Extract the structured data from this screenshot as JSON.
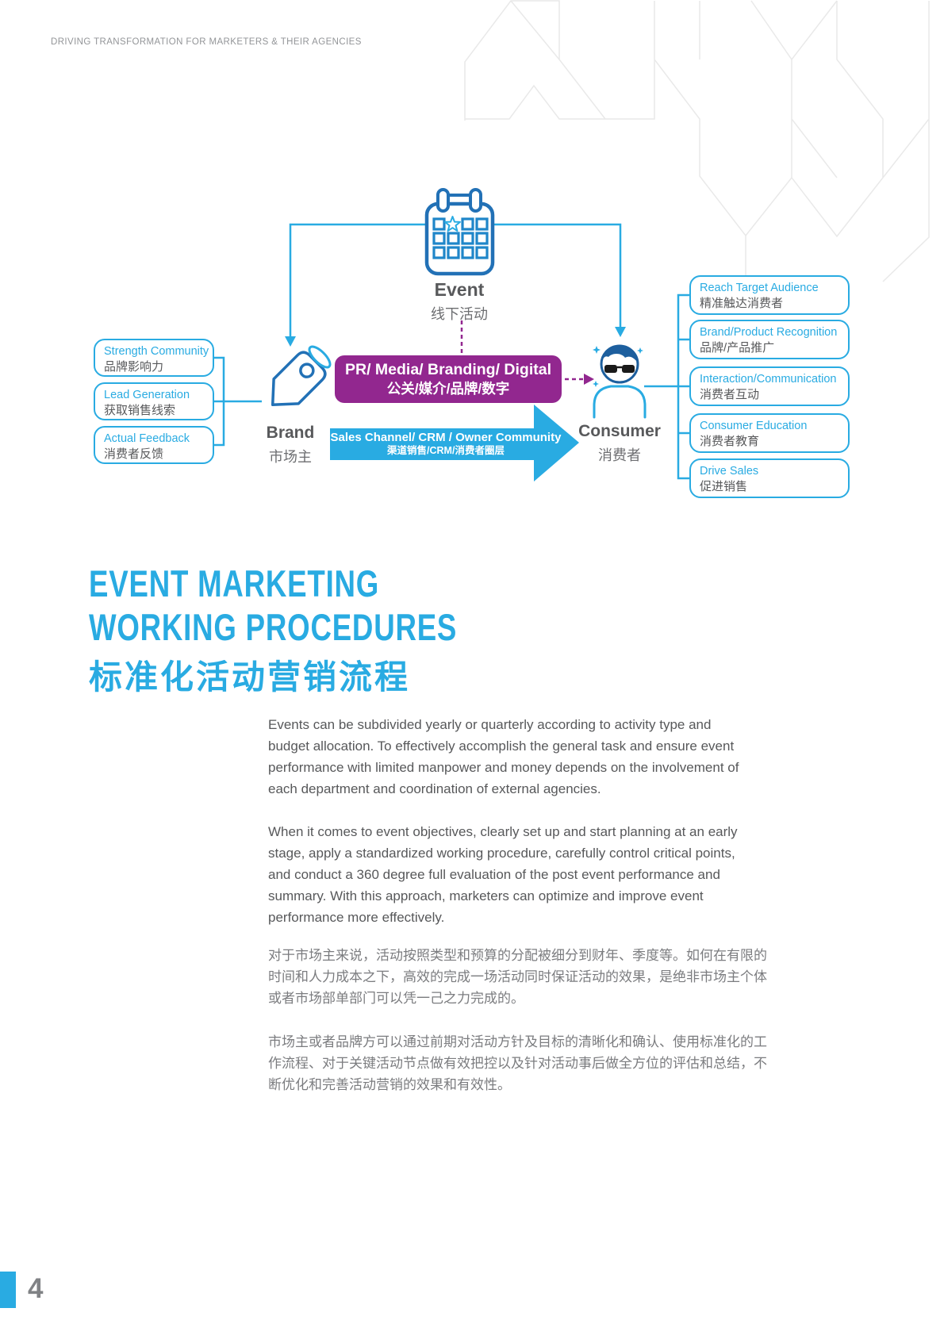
{
  "page": {
    "header": "DRIVING TRANSFORMATION FOR MARKETERS & THEIR AGENCIES",
    "page_number": "4"
  },
  "diagram": {
    "event": {
      "title": "Event",
      "subtitle": "线下活动"
    },
    "brand": {
      "title": "Brand",
      "subtitle": "市场主"
    },
    "consumer": {
      "title": "Consumer",
      "subtitle": "消费者"
    },
    "pr_media_box": {
      "line1": "PR/ Media/ Branding/ Digital",
      "line2": "公关/媒介/品牌/数字"
    },
    "sales_channel_arrow": {
      "line1": "Sales Channel/ CRM / Owner Community",
      "line2": "渠道销售/CRM/消费者圈层"
    },
    "brand_benefits": [
      {
        "en": "Strength Community",
        "zh": "品牌影响力"
      },
      {
        "en": "Lead Generation",
        "zh": "获取销售线索"
      },
      {
        "en": "Actual Feedback",
        "zh": "消费者反馈"
      }
    ],
    "consumer_benefits": [
      {
        "en": "Reach Target Audience",
        "zh": "精准触达消费者"
      },
      {
        "en": "Brand/Product Recognition",
        "zh": "品牌/产品推广"
      },
      {
        "en": "Interaction/Communication",
        "zh": "消费者互动"
      },
      {
        "en": "Consumer Education",
        "zh": "消费者教育"
      },
      {
        "en": "Drive Sales",
        "zh": "促进销售"
      }
    ]
  },
  "section": {
    "title_line1": "EVENT MARKETING",
    "title_line2": "WORKING PROCEDURES",
    "title_zh": "标准化活动营销流程",
    "paragraphs_en": [
      "Events can be subdivided yearly or quarterly according to activity type and budget allocation. To effectively accomplish the general task and ensure event performance with limited manpower and money depends on the involvement of each department and coordination of external agencies.",
      "When it comes to event objectives, clearly set up and start planning at an early stage, apply a standardized working procedure, carefully control critical points, and conduct a 360 degree full evaluation of the post event performance and summary. With this approach, marketers can optimize and improve event performance more effectively."
    ],
    "paragraphs_zh": [
      "对于市场主来说，活动按照类型和预算的分配被细分到财年、季度等。如何在有限的时间和人力成本之下，高效的完成一场活动同时保证活动的效果，是绝非市场主个体或者市场部单部门可以凭一己之力完成的。",
      "市场主或者品牌方可以通过前期对活动方针及目标的清晰化和确认、使用标准化的工作流程、对于关键活动节点做有效把控以及针对活动事后做全方位的评估和总结，不断优化和完善活动营销的效果和有效性。"
    ]
  },
  "colors": {
    "accent_cyan": "#29abe2",
    "accent_purple": "#92278f",
    "icon_blue": "#2271b6",
    "text_dark": "#58595b",
    "text_gray": "#7b7c7f",
    "header_gray": "#939598",
    "pattern_gray": "#e9e9e9"
  }
}
